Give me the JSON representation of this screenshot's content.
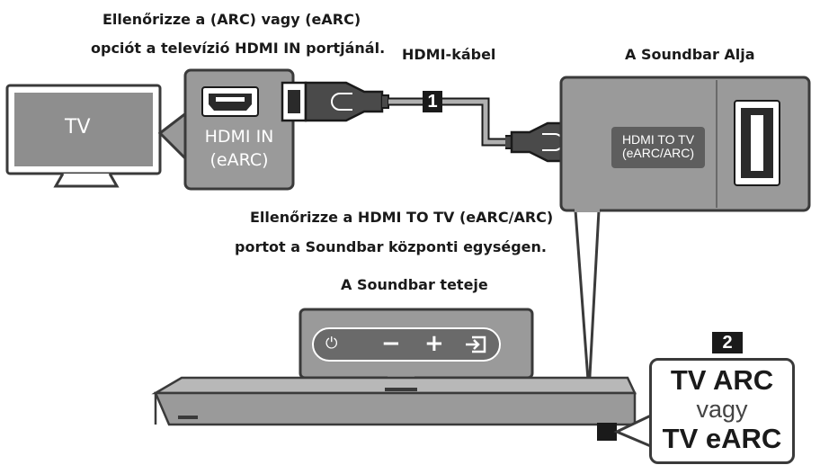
{
  "labels": {
    "check_tv_line1": "Ellenőrizze a (ARC) vagy (eARC)",
    "check_tv_line2": "opciót a televízió HDMI IN portjánál.",
    "hdmi_cable": "HDMI-kábel",
    "soundbar_bottom": "A Soundbar Alja",
    "check_soundbar_line1": "Ellenőrizze a HDMI TO TV (eARC/ARC)",
    "check_soundbar_line2": "portot a Soundbar központi egységen.",
    "soundbar_top": "A Soundbar teteje"
  },
  "tv": {
    "label": "TV"
  },
  "tv_port": {
    "line1": "HDMI IN",
    "line2": "(eARC)"
  },
  "soundbar_port": {
    "line1": "HDMI TO TV",
    "line2": "(eARC/ARC)"
  },
  "steps": {
    "step1": "1",
    "step2": "2"
  },
  "mode_box": {
    "line1": "TV ARC",
    "line2": "vagy",
    "line3": "TV eARC"
  },
  "control_panel": {
    "buttons": [
      {
        "name": "power-icon",
        "glyph": "⏻"
      },
      {
        "name": "volume-down-icon",
        "glyph": "−"
      },
      {
        "name": "volume-up-icon",
        "glyph": "+"
      },
      {
        "name": "source-input-icon",
        "glyph": "⇥"
      }
    ]
  },
  "colors": {
    "panel_gray": "#9a9a9a",
    "dark_gray": "#5a5a5a",
    "line": "#3a3a3a"
  }
}
